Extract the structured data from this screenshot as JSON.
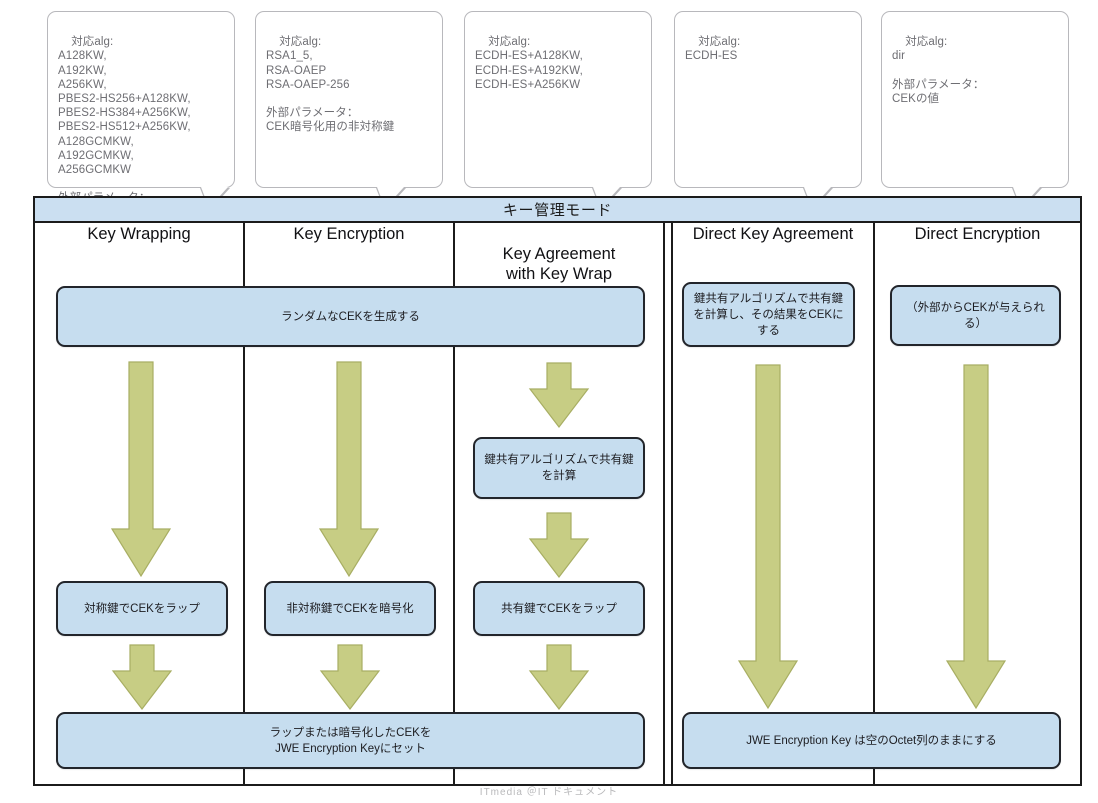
{
  "diagram": {
    "title": "キー管理モード",
    "watermark": "ITmedia ＠IT ドキュメント",
    "accent_box_fill": "#c6ddef",
    "accent_header_fill": "#cbdff1",
    "arrow_fill": "#c7cd84",
    "arrow_stroke": "#a8ae63",
    "border_color": "#1b1b1b",
    "callout_text_color": "#6e6e73"
  },
  "callouts": [
    {
      "name": "callout-key-wrapping",
      "text": "対応alg:\nA128KW,\nA192KW,\nA256KW,\nPBES2-HS256+A128KW,\nPBES2-HS384+A256KW,\nPBES2-HS512+A256KW,\nA128GCMKW,\nA192GCMKW,\nA256GCMKW\n\n外部パラメータ：\nCEKラップ用の対称鍵"
    },
    {
      "name": "callout-key-encryption",
      "text": "対応alg:\nRSA1_5,\nRSA-OAEP\nRSA-OAEP-256\n\n外部パラメータ：\nCEK暗号化用の非対称鍵"
    },
    {
      "name": "callout-key-agreement-with-key-wrap",
      "text": "対応alg:\nECDH-ES+A128KW,\nECDH-ES+A192KW,\nECDH-ES+A256KW"
    },
    {
      "name": "callout-direct-key-agreement",
      "text": "対応alg:\nECDH-ES"
    },
    {
      "name": "callout-direct-encryption",
      "text": "対応alg:\ndir\n\n外部パラメータ：\nCEKの値"
    }
  ],
  "columns": [
    {
      "name": "column-key-wrapping",
      "title": "Key Wrapping"
    },
    {
      "name": "column-key-encryption",
      "title": "Key Encryption"
    },
    {
      "name": "column-key-agreement-with-key-wrap",
      "title": "Key Agreement\nwith Key Wrap"
    },
    {
      "name": "column-direct-key-agreement",
      "title": "Direct Key Agreement"
    },
    {
      "name": "column-direct-encryption",
      "title": "Direct Encryption"
    }
  ],
  "steps": {
    "generate_cek": "ランダムなCEKを生成する",
    "dka_compute_shared": "鍵共有アルゴリズムで共有鍵\nを計算し、その結果をCEKに\nする",
    "de_external_cek": "（外部からCEKが与えられ\nる）",
    "ka_compute_shared": "鍵共有アルゴリズムで共有鍵\nを計算",
    "wrap_symmetric": "対称鍵でCEKをラップ",
    "encrypt_asymmetric": "非対称鍵でCEKを暗号化",
    "wrap_shared": "共有鍵でCEKをラップ",
    "set_jwe_key": "ラップまたは暗号化したCEKを\nJWE Encryption Keyにセット",
    "empty_octet": "JWE Encryption Key は空のOctet列のままにする"
  }
}
